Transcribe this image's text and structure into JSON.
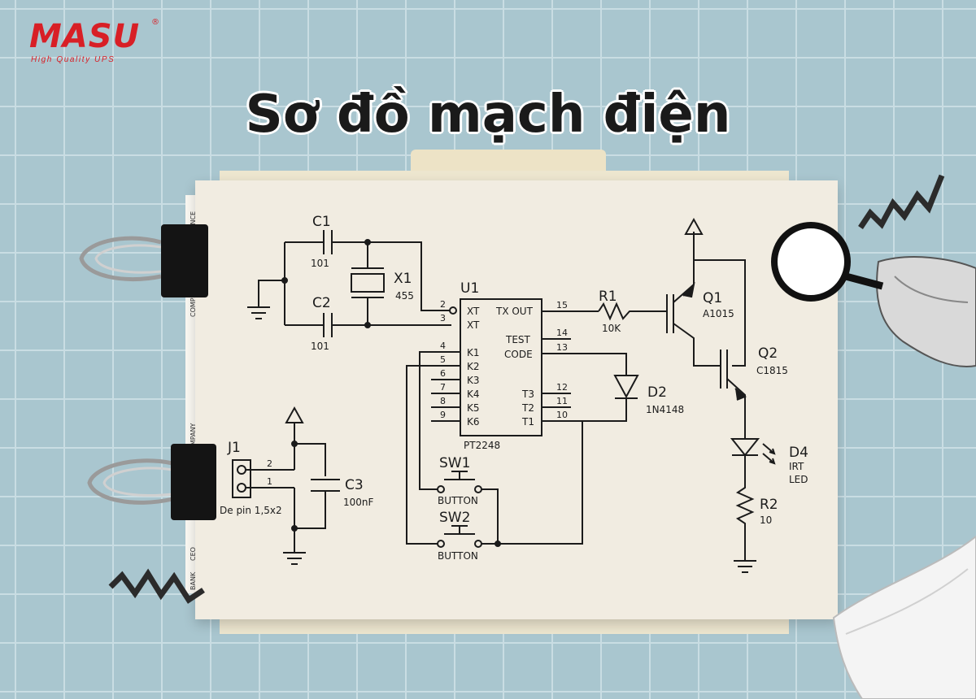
{
  "brand": {
    "name": "MASU",
    "registered": "®",
    "tagline": "High Quality UPS",
    "color": "#d81f26"
  },
  "title": "Sơ đồ mạch điện",
  "side_labels": [
    "COMPANY",
    "CEO",
    "BANK",
    "COMP",
    "ANCE"
  ],
  "schematic": {
    "C1": {
      "name": "C1",
      "value": "101"
    },
    "C2": {
      "name": "C2",
      "value": "101"
    },
    "C3": {
      "name": "C3",
      "value": "100nF"
    },
    "X1": {
      "name": "X1",
      "value": "455"
    },
    "U1": {
      "name": "U1",
      "part": "PT2248",
      "pin_xt1": "XT",
      "pin_xt2": "XT",
      "pin_k1": "K1",
      "pin_k2": "K2",
      "pin_k3": "K3",
      "pin_k4": "K4",
      "pin_k5": "K5",
      "pin_k6": "K6",
      "pin_txout": "TX OUT",
      "pin_test": "TEST",
      "pin_code": "CODE",
      "pin_t3": "T3",
      "pin_t2": "T2",
      "pin_t1": "T1",
      "n2": "2",
      "n3": "3",
      "n4": "4",
      "n5": "5",
      "n6": "6",
      "n7": "7",
      "n8": "8",
      "n9": "9",
      "n15": "15",
      "n14": "14",
      "n13": "13",
      "n12": "12",
      "n11": "11",
      "n10": "10"
    },
    "R1": {
      "name": "R1",
      "value": "10K"
    },
    "R2": {
      "name": "R2",
      "value": "10"
    },
    "Q1": {
      "name": "Q1",
      "value": "A1015"
    },
    "Q2": {
      "name": "Q2",
      "value": "C1815"
    },
    "D2": {
      "name": "D2",
      "value": "1N4148"
    },
    "D4": {
      "name": "D4",
      "value1": "IRT",
      "value2": "LED"
    },
    "J1": {
      "name": "J1",
      "value": "De pin 1,5x2",
      "pin2": "2",
      "pin1": "1"
    },
    "SW1": {
      "name": "SW1",
      "value": "BUTTON"
    },
    "SW2": {
      "name": "SW2",
      "value": "BUTTON"
    }
  }
}
